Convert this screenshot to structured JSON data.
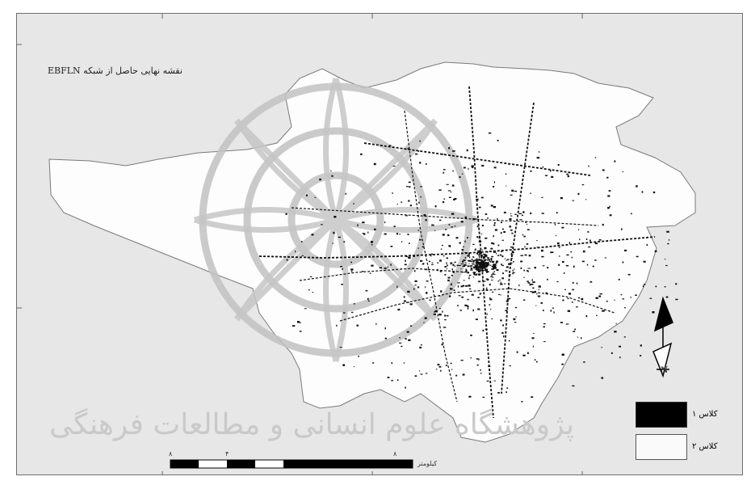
{
  "map": {
    "title": "نقشه نهایی حاصل از شبکه EBFLN",
    "legend": [
      {
        "label": "کلاس ۱",
        "color": "#000000"
      },
      {
        "label": "کلاس ۲",
        "color": "#fafafa"
      }
    ],
    "scale_bar": {
      "unit_label": "کیلومتر",
      "start_label": "۸",
      "mid_label": "۴",
      "end_label": "۸"
    },
    "north_arrow": {
      "label": "N"
    },
    "watermark": "پژوهشگاه علوم انسانی و مطالعات فرهنگی",
    "colors": {
      "background": "#e7e7e7",
      "city_fill": "#fdfdfd",
      "roads": "#111111",
      "watermark": "#c9c9c9"
    }
  }
}
